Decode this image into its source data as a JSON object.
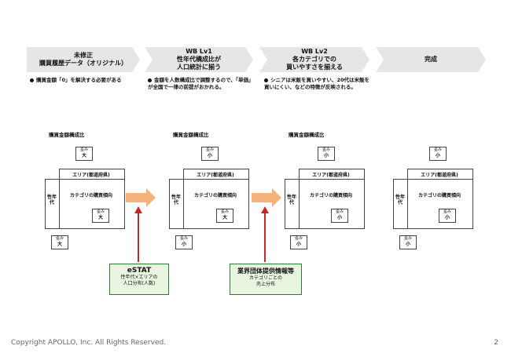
{
  "steps": [
    {
      "label1": "未修正",
      "label2": "購買履歴データ（オリジナル）",
      "label3": "",
      "bullet": "購買金額「0」を解決する必要がある"
    },
    {
      "label1": "WB Lv1",
      "label2": "性年代構成比が",
      "label3": "人口統計に揃う",
      "bullet": "金額を人数構成比で調整するので、「単価」が全国で一律の前提がおかれる。"
    },
    {
      "label1": "WB Lv2",
      "label2": "各カテゴリでの",
      "label3": "買いやすさを揃える",
      "bullet": "シニアは米飯を買いやすい、20代は米飯を買いにくい、などの特徴が反映される。"
    },
    {
      "label1": "完成",
      "label2": "",
      "label3": "",
      "bullet": ""
    }
  ],
  "diagram": {
    "title": "購買金額構成比",
    "area_label": "エリア(都道府県)",
    "sex_age_label": "性年代",
    "category_label": "カテゴリの購買傾向",
    "bubble_top": "歪み",
    "big": "大",
    "small": "小"
  },
  "sources": [
    {
      "title": "eSTAT",
      "line1": "性年代×エリアの",
      "line2": "人口分布(人数)"
    },
    {
      "title": "業界団体提供情報等",
      "line1": "カテゴリごとの",
      "line2": "売上分布"
    }
  ],
  "footer": "Copyright APOLLO, Inc. All Rights Reserved.",
  "page_number": "2",
  "colors": {
    "chevron": "#e6e6e6",
    "arrow_orange": "#f7b27a",
    "arrow_red": "#c62828",
    "source_border": "#2e7d32",
    "source_fill": "#e8f5e0"
  }
}
